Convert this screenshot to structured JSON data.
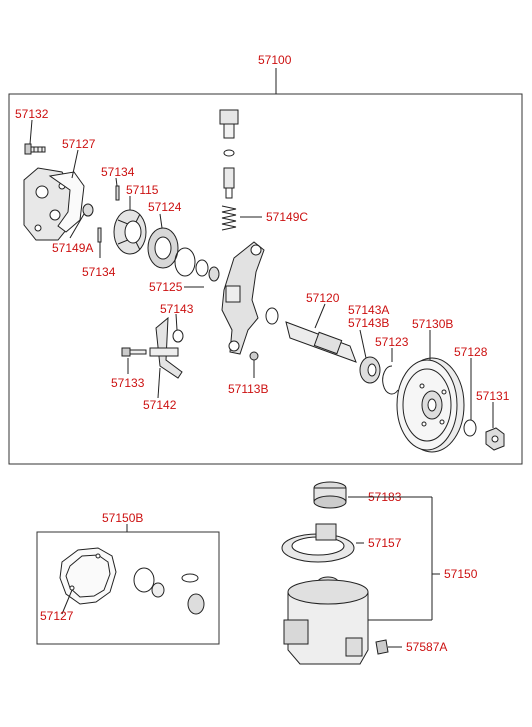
{
  "labels": {
    "main_assembly": "57100",
    "bolt": "57132",
    "gasket": "57127",
    "pin_upper": "57134",
    "rotor": "57115",
    "ring": "57124",
    "seal_a": "57149A",
    "pin_lower": "57134",
    "valve_spring": "57149C",
    "oring": "57125",
    "oring_small": "57143",
    "shaft": "57120",
    "bearing_a": "57143A",
    "bearing_b": "57143B",
    "pulley": "57130B",
    "snap_ring": "57123",
    "washer": "57128",
    "nut": "57131",
    "bolt_b": "57133",
    "bracket": "57142",
    "plug": "57113B",
    "kit": "57150B",
    "kit_gasket": "57127",
    "cap": "57183",
    "strainer": "57157",
    "reservoir": "57150",
    "clamp": "57587A"
  }
}
